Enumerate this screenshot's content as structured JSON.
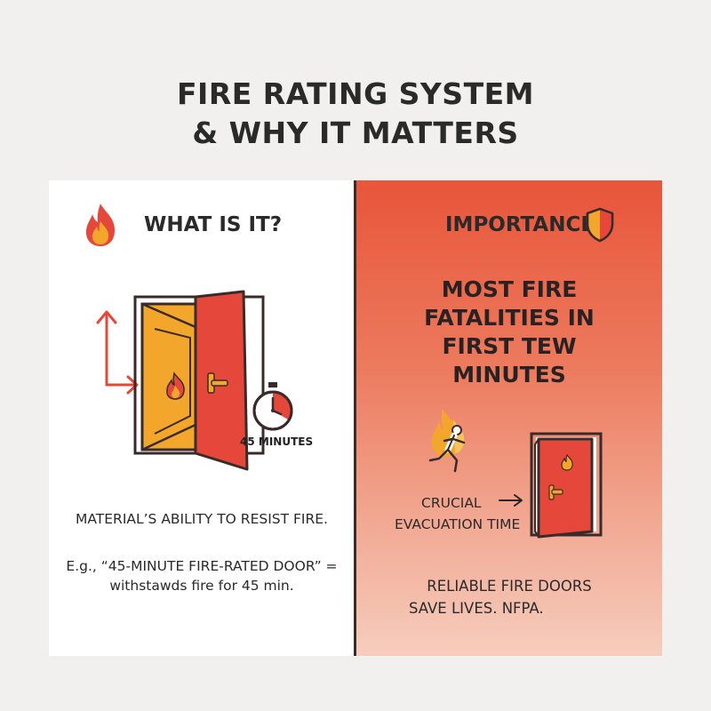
{
  "title": {
    "line1": "FIRE RATING SYSTEM",
    "line2": "& WHY IT MATTERS"
  },
  "left": {
    "heading": "WHAT IS IT?",
    "timer_label": "45 MINUTES",
    "definition": "MATERIAL’S ABILITY TO RESIST FIRE.",
    "example_line1": "E.g., “45-MINUTE FIRE-RATED DOOR” =",
    "example_line2": "withstawds fire for 45 min."
  },
  "right": {
    "heading": "IMPORTANCE",
    "stat_lines": [
      "MOST FIRE",
      "FATALITIES IN",
      "FIRST TEW",
      "MINUTES"
    ],
    "evac_line1": "CRUCIAL",
    "evac_line2": "EVACUATION TIME",
    "footer_line1": "RELIABLE FIRE DOORS",
    "footer_line2": "SAVE LIVES. NFPA."
  },
  "colors": {
    "accent_red": "#e5483a",
    "accent_orange": "#f3a62c",
    "dark_outline": "#3a2b2b"
  },
  "icons": [
    "flame-icon",
    "shield-icon",
    "door-icon",
    "arrow-icon",
    "stopwatch-icon",
    "running-person-icon"
  ]
}
